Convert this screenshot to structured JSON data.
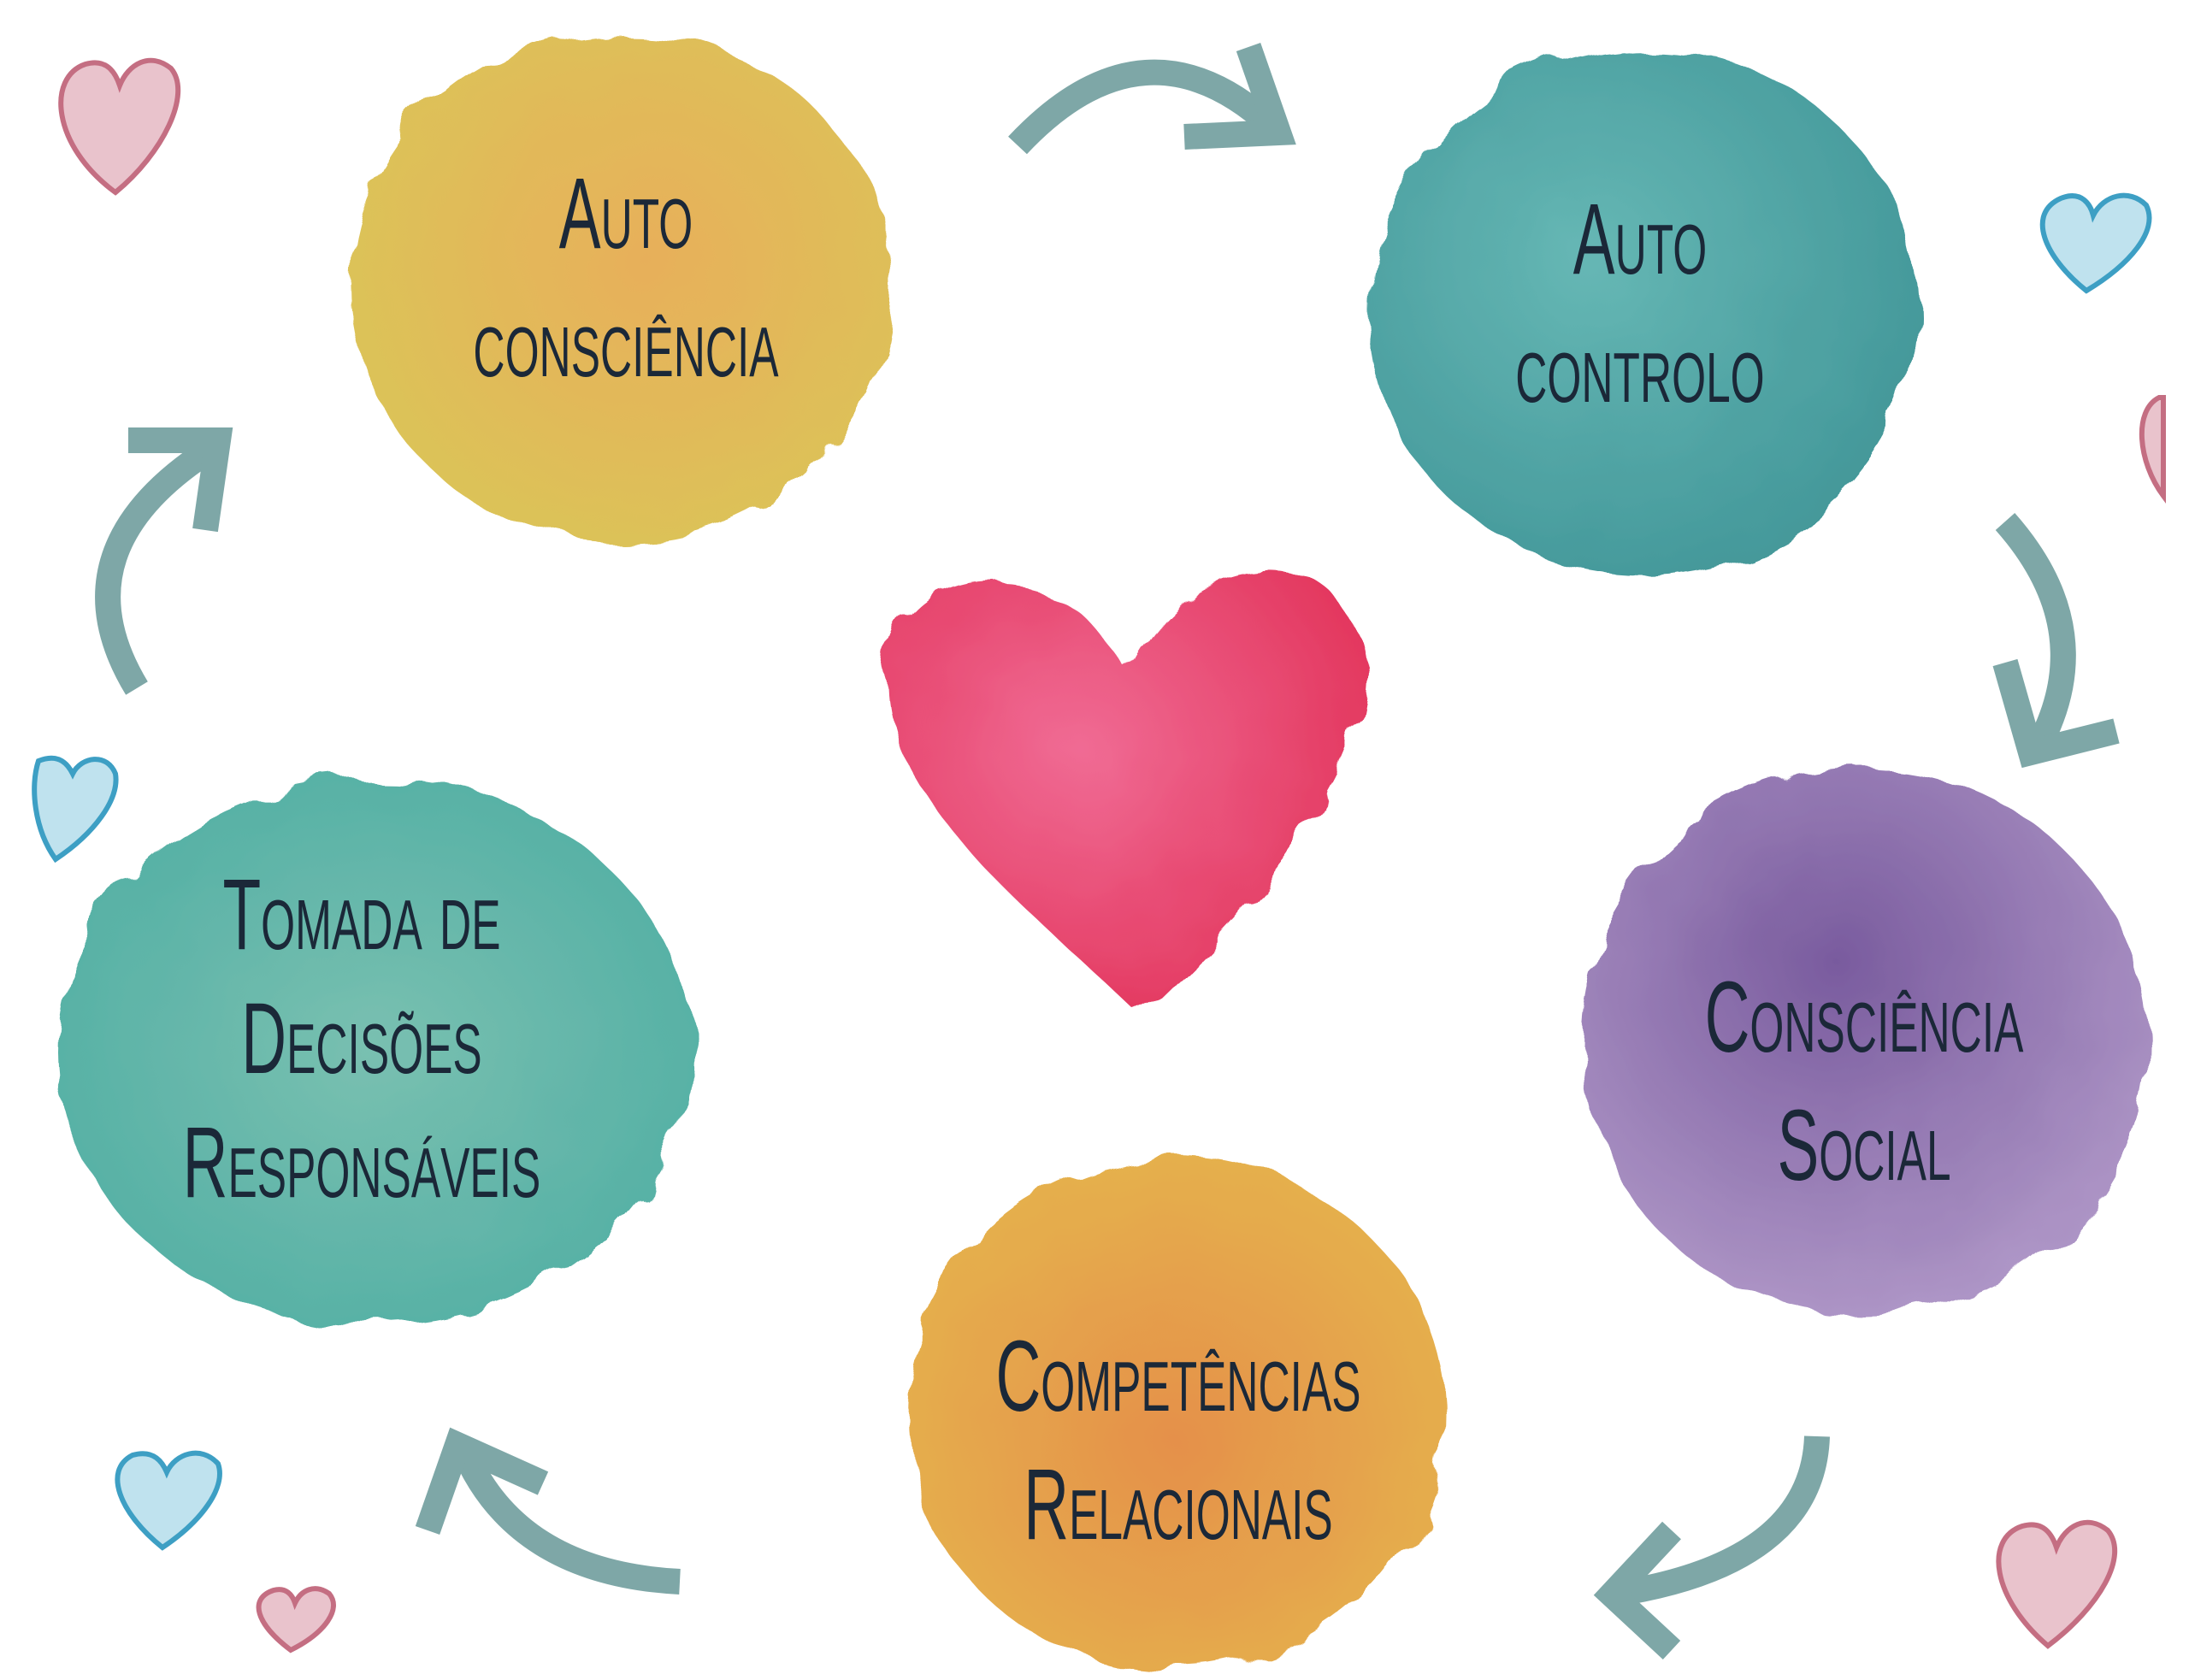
{
  "title": "Competências socioemocionais",
  "colors": {
    "yellow": "#e0b64a",
    "teal_top": "#3f9a9a",
    "teal_left": "#5bb0a0",
    "purple": "#8a6aa6",
    "orange": "#e29a3a",
    "heart": "#e8406e",
    "arrow": "#7ea7a7",
    "text": "#1b2838"
  },
  "nodes": [
    {
      "id": "autoconsciencia",
      "lines": [
        "Auto",
        "consciência"
      ],
      "icon": "watercolor-blob"
    },
    {
      "id": "autocontrolo",
      "lines": [
        "Auto",
        "controlo"
      ],
      "icon": "watercolor-blob"
    },
    {
      "id": "consciencia-social",
      "lines": [
        "Consciência",
        "Social"
      ],
      "icon": "watercolor-blob"
    },
    {
      "id": "competencias-relacionais",
      "lines": [
        "Competências",
        "Relacionais"
      ],
      "icon": "watercolor-blob"
    },
    {
      "id": "tomada-decisoes",
      "lines": [
        "Tomada de",
        "Decisões",
        "Responsáveis"
      ],
      "icon": "watercolor-blob"
    }
  ],
  "center_icon": "heart-icon"
}
